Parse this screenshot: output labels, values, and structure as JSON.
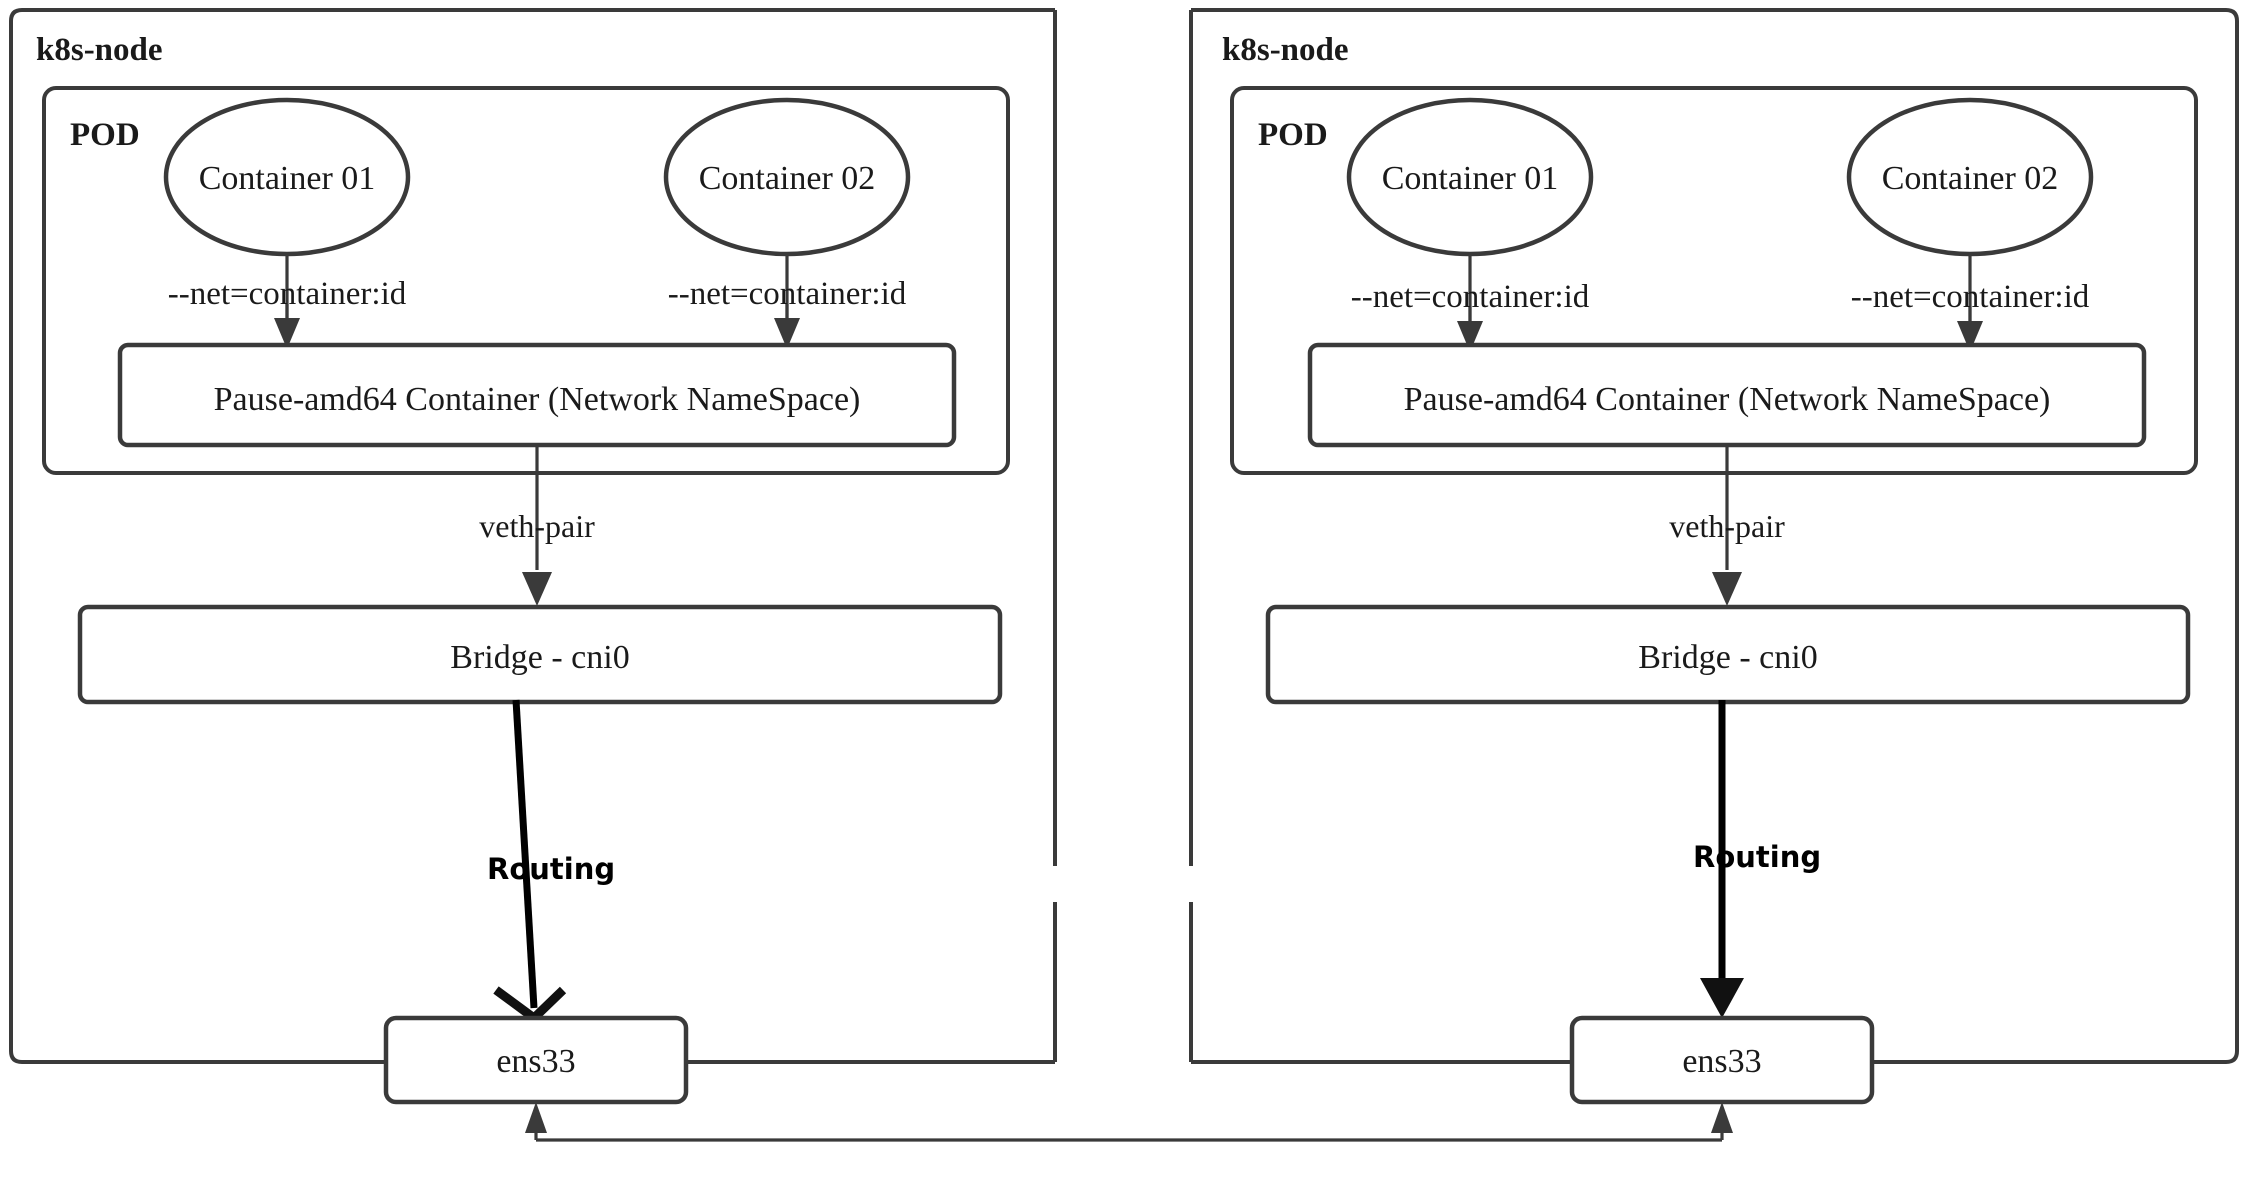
{
  "diagram": {
    "title": "Kubernetes Pod Networking (CNI bridge) across two nodes",
    "type": "network-architecture-diagram",
    "colors": {
      "background": "#ffffff",
      "stroke": "#3a3a3a",
      "stroke_heavy": "#000000",
      "text": "#1a1a1a"
    }
  },
  "nodes": [
    {
      "id": "node-left",
      "title": "k8s-node",
      "pod": {
        "title": "POD",
        "containers": [
          {
            "label": "Container 01",
            "edge_label": "--net=container:id"
          },
          {
            "label": "Container 02",
            "edge_label": "--net=container:id"
          }
        ],
        "pause_container": "Pause-amd64 Container (Network NameSpace)"
      },
      "veth_label": "veth-pair",
      "bridge": "Bridge - cni0",
      "routing_label": "Routing",
      "interface": "ens33"
    },
    {
      "id": "node-right",
      "title": "k8s-node",
      "pod": {
        "title": "POD",
        "containers": [
          {
            "label": "Container 01",
            "edge_label": "--net=container:id"
          },
          {
            "label": "Container 02",
            "edge_label": "--net=container:id"
          }
        ],
        "pause_container": "Pause-amd64 Container (Network NameSpace)"
      },
      "veth_label": "veth-pair",
      "bridge": "Bridge - cni0",
      "routing_label": "Routing",
      "interface": "ens33"
    }
  ]
}
